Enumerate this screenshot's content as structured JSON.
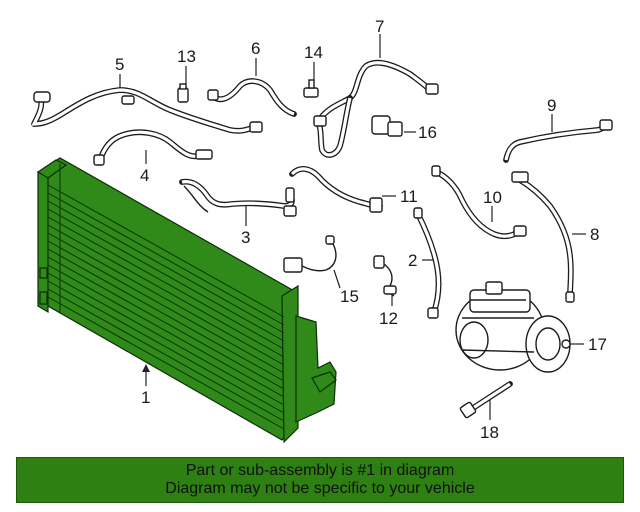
{
  "callouts": {
    "c1": "1",
    "c2": "2",
    "c3": "3",
    "c4": "4",
    "c5": "5",
    "c6": "6",
    "c7": "7",
    "c8": "8",
    "c9": "9",
    "c10": "10",
    "c11": "11",
    "c12": "12",
    "c13": "13",
    "c14": "14",
    "c15": "15",
    "c16": "16",
    "c17": "17",
    "c18": "18"
  },
  "banner": {
    "line1": "Part or sub-assembly is #1 in diagram",
    "line2": "Diagram may not be specific to your vehicle"
  },
  "colors": {
    "highlight": "#2e8012",
    "condenser": "#2f8a1a"
  }
}
